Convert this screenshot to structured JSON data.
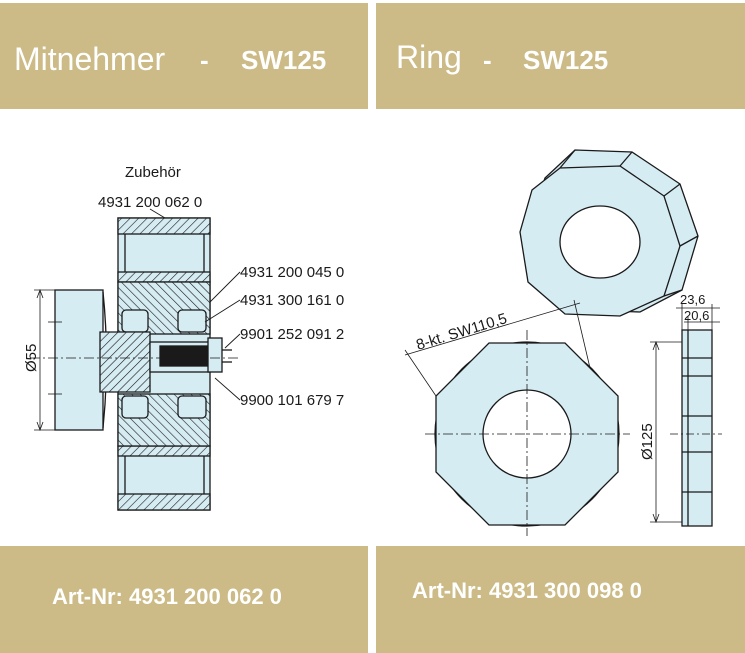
{
  "colors": {
    "banner": "#ccbb87",
    "part_fill": "#d6ecf3",
    "line": "#1a1a1a"
  },
  "left_panel": {
    "title": "Mitnehmer",
    "separator": "-",
    "model": "SW125",
    "accessory_label": "Zubehör",
    "accessory_number": "4931 200 062 0",
    "callouts": [
      "4931 200 045 0",
      "4931 300 161 0",
      "9901 252 091 2",
      "9900 101 679 7"
    ],
    "dimension_diameter": "Ø55",
    "article_number": "Art-Nr: 4931 200 062 0"
  },
  "right_panel": {
    "title": "Ring",
    "separator": "-",
    "model": "SW125",
    "dimension_width_outer": "23,6",
    "dimension_width_inner": "20,6",
    "dimension_across_flats": "8-kt. SW110,5",
    "dimension_diameter": "Ø125",
    "article_number": "Art-Nr: 4931 300 098 0"
  }
}
